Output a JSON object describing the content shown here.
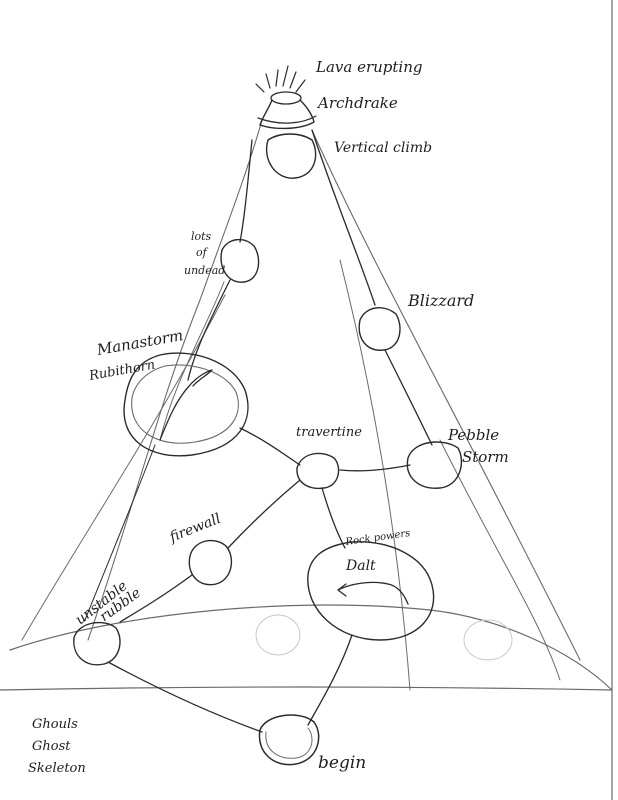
{
  "diagram": {
    "ink_color": "#2a2a2a",
    "paper_color": "#ffffff",
    "nodes": {
      "summit": {
        "labels": [
          "Lava erupting",
          "Archdrake",
          "Vertical climb"
        ]
      },
      "undead": {
        "label_lines": [
          "lots",
          "of",
          "undead"
        ]
      },
      "blizzard": {
        "label": "Blizzard"
      },
      "manastorm": {
        "label_lines": [
          "Manastorm",
          "Rubithorn"
        ]
      },
      "travertine": {
        "label": "travertine"
      },
      "pebble_storm": {
        "label_lines": [
          "Pebble",
          "Storm"
        ]
      },
      "firewall": {
        "label": "firewall"
      },
      "rock_powers": {
        "label_lines": [
          "Rock powers",
          "Dalt"
        ]
      },
      "unstable_rubble": {
        "label_lines": [
          "unstable",
          "rubble"
        ]
      },
      "begin": {
        "label": "begin"
      }
    },
    "legend": {
      "lines": [
        "Ghouls",
        "Ghost",
        "Skeleton"
      ]
    }
  }
}
